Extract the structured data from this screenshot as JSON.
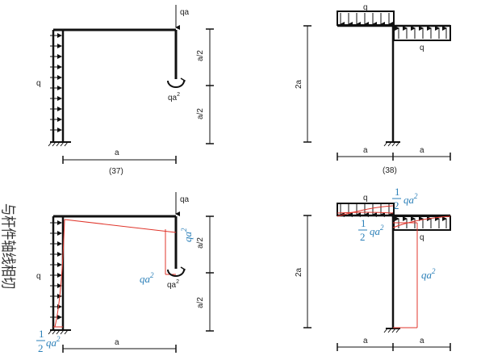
{
  "labels": {
    "q": "q",
    "qa": "qa",
    "a": "a",
    "a_half": "a/2",
    "two_a": "2a",
    "qa2_base": "qa",
    "exp2": "2",
    "half_num": "1",
    "half_den": "2",
    "fig37": "(37)",
    "fig38": "(38)"
  },
  "annotation": {
    "tangent_note": "与杆件轴线相切"
  },
  "colors": {
    "structure": "#111111",
    "moment_diagram": "#e0352b",
    "moment_label": "#2a7fb8",
    "text": "#222222"
  }
}
